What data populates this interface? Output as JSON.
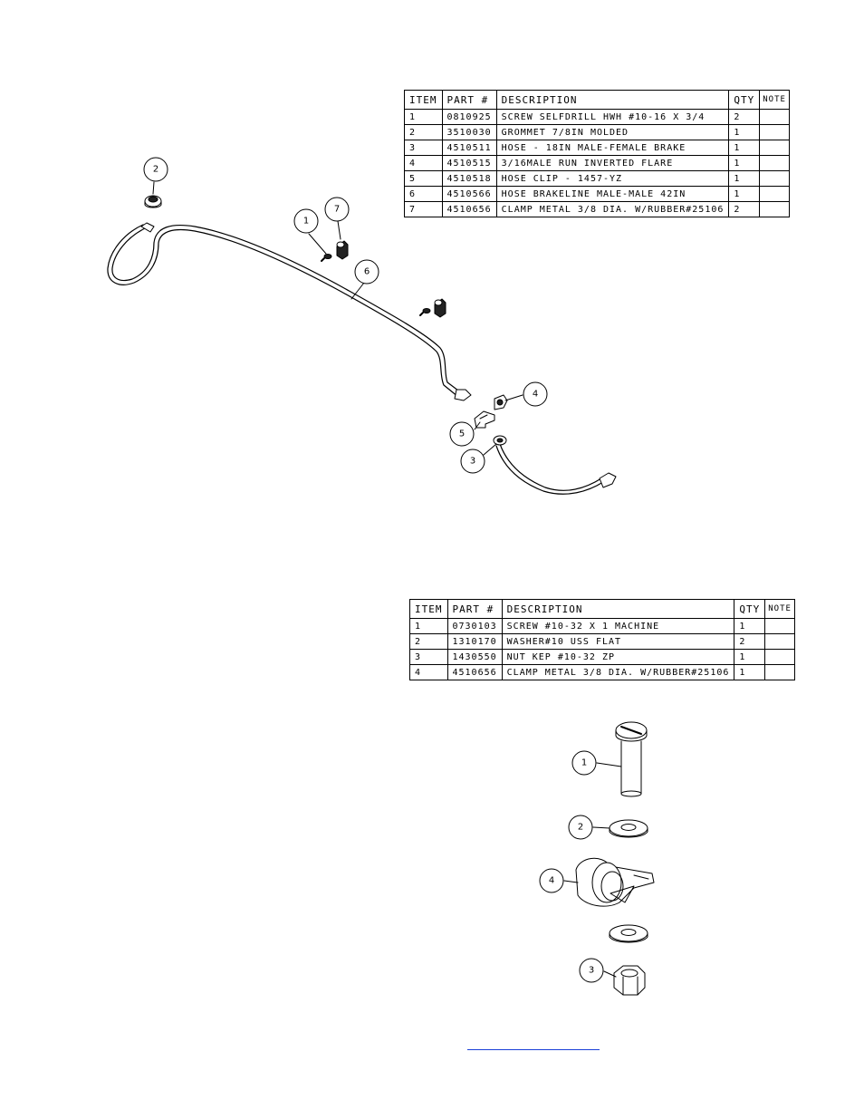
{
  "table1": {
    "headers": [
      "ITEM",
      "PART #",
      "DESCRIPTION",
      "QTY",
      "NOTE"
    ],
    "rows": [
      [
        "1",
        "0810925",
        "SCREW SELFDRILL HWH #10-16 X 3/4",
        "2",
        ""
      ],
      [
        "2",
        "3510030",
        "GROMMET  7/8IN MOLDED",
        "1",
        ""
      ],
      [
        "3",
        "4510511",
        "HOSE - 18IN MALE-FEMALE BRAKE",
        "1",
        ""
      ],
      [
        "4",
        "4510515",
        "3/16MALE RUN INVERTED FLARE",
        "1",
        ""
      ],
      [
        "5",
        "4510518",
        "HOSE CLIP - 1457-YZ",
        "1",
        ""
      ],
      [
        "6",
        "4510566",
        "HOSE BRAKELINE MALE-MALE 42IN",
        "1",
        ""
      ],
      [
        "7",
        "4510656",
        "CLAMP METAL 3/8 DIA. W/RUBBER#25106",
        "2",
        ""
      ]
    ]
  },
  "table2": {
    "headers": [
      "ITEM",
      "PART #",
      "DESCRIPTION",
      "QTY",
      "NOTE"
    ],
    "rows": [
      [
        "1",
        "0730103",
        "SCREW #10-32 X 1 MACHINE",
        "1",
        ""
      ],
      [
        "2",
        "1310170",
        "WASHER#10 USS FLAT",
        "2",
        ""
      ],
      [
        "3",
        "1430550",
        "NUT KEP #10-32 ZP",
        "1",
        ""
      ],
      [
        "4",
        "4510656",
        "CLAMP METAL 3/8 DIA. W/RUBBER#25106",
        "1",
        ""
      ]
    ]
  },
  "callouts_top": {
    "grommet": "2",
    "screw": "1",
    "clamp": "7",
    "brakeline": "6",
    "flare": "4",
    "hose_clip": "5",
    "hose": "3"
  },
  "callouts_bottom": {
    "screw": "1",
    "washer": "2",
    "clamp": "4",
    "nut": "3"
  },
  "colors": {
    "line": "#000000",
    "footer_link": "#1a3fd8"
  }
}
